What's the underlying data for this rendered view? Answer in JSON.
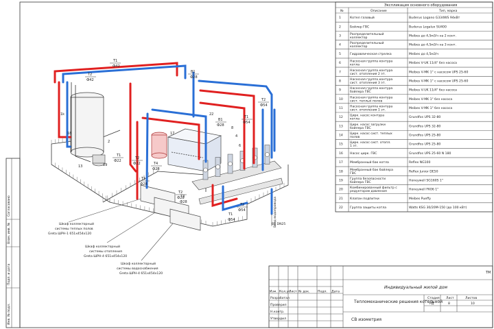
{
  "spec": {
    "title": "Экспликация основного оборудования",
    "headers": [
      "№",
      "Описание",
      "Тип, марка"
    ],
    "rows": [
      [
        "1",
        "Котел газовый",
        "Buderus Logano G334WS 94кВт"
      ],
      [
        "2",
        "Бойлер ГВС",
        "Buderus Logalux SU400"
      ],
      [
        "3",
        "Распределительный коллектор",
        "Meibes дo 4,5м3/ч на 2 конт."
      ],
      [
        "4",
        "Распределительный коллектор",
        "Meibes дo 4,5м3/ч на 3 конт."
      ],
      [
        "5",
        "Гидравлическая стрелка",
        "Meibes дo 4,5м3/ч"
      ],
      [
        "6",
        "Насосная группа контура котла",
        "Meibes V-UK 11/4\" без насоса"
      ],
      [
        "7",
        "Насосная группа контура сист. отопления 2 эт.",
        "Meibes V-MK 1\" с насосом UPS 25-60"
      ],
      [
        "8",
        "Насосная группа контура сист. отопления 3 эт.",
        "Meibes V-MK 1\" с насосом UPS 25-60"
      ],
      [
        "9",
        "Насосная группа контура бойлера ГВС",
        "Meibes V-UK 11/4\" без насоса"
      ],
      [
        "10",
        "Насосная группа контура сист. теплых полов",
        "Meibes V-MK 1\" без насоса"
      ],
      [
        "11",
        "Насосная группа контура сист. отопления 1 эт.",
        "Meibes V-MK 1\" без насоса"
      ],
      [
        "12",
        "Цирк. насос контура котла",
        "Grundfos UPS 32-80"
      ],
      [
        "13",
        "Цирк. насос загрузки бойлера ГВС",
        "Grundfos UPS 32-80"
      ],
      [
        "14",
        "Цирк. насос сист. теплых полов",
        "Grundfos UPS 25-80"
      ],
      [
        "15",
        "Цирк. насос сист. отопл. 1 эт.",
        "Grundfos UPS 25-80"
      ],
      [
        "16",
        "Насос цирк. ГВС",
        "Grundfos UPS 25-60 N 180"
      ],
      [
        "17",
        "Мембранный бак котла",
        "Reflex NG100"
      ],
      [
        "18",
        "Мембранный бак бойлера ГВС",
        "Reflex Junior DE50"
      ],
      [
        "19",
        "Группа безопасности бойлера ГВС",
        "Honeywell SG160S 1\""
      ],
      [
        "20",
        "Комбинированный фильтр с редуктором давления",
        "Honeywell FK06 1\""
      ],
      [
        "21",
        "Клапан подпитки",
        "Meibes Pueffy"
      ],
      [
        "22",
        "Группа защиты котла",
        "Watts KSG 30/20M-150 (до 100 кВт)"
      ]
    ]
  },
  "labels": {
    "t1_top": "T1",
    "t1_top_d": "Ф42",
    "t2_left": "T2",
    "t2_left_d": "Ф42",
    "b1": "B1",
    "b1_d": "Ф28",
    "t2_right": "T2",
    "t2_right_d": "Ф54",
    "t1_mid": "T1",
    "t1_mid_d": "Ф22",
    "t2_mid": "T2",
    "t2_mid_d": "Ф22",
    "t1_low": "T1",
    "t1_low_d": "Ф28",
    "t2_low": "T2",
    "t2_low_d": "Ф28",
    "b1_mid": "B1",
    "b1_mid_d": "Ф28",
    "t1_r2": "T1",
    "t1_r2_d": "Ф54",
    "t3": "T3",
    "t3_d": "Ф28",
    "t4": "T4",
    "t4_d": "Ф28",
    "t2_bot": "T2",
    "t2_bot_d": "Ф54",
    "t1_bot": "T1",
    "t1_bot_d": "Ф54",
    "tk": "1k",
    "nums": [
      "2",
      "13",
      "18",
      "19",
      "4",
      "8",
      "6",
      "22",
      "17"
    ]
  },
  "notes": {
    "input": "Ввод водопровода",
    "input_code": "B1 DN25",
    "cab1_l1": "Шкаф коллекторный",
    "cab1_l2": "системы теплых полов",
    "cab1_l3": "Greta ШРН-1 651х454х120",
    "cab2_l1": "Шкаф коллекторный",
    "cab2_l2": "системы отопления",
    "cab2_l3": "Greta ШРН-4 651х454х120",
    "cab3_l1": "Шкаф коллекторный",
    "cab3_l2": "системы водоснабжения",
    "cab3_l3": "Greta ШРН-4 651х454х120"
  },
  "side": [
    "Согласовано",
    "Взам. инв. №",
    "Подп. и дата",
    "Инв. № подл."
  ],
  "titleblock": {
    "sheet_mark": "ТМ",
    "project": "Индивидуальный жилой дом",
    "cols": [
      "Изм.",
      "Кол.уч",
      "Лист",
      "№ док.",
      "Подп.",
      "Дата"
    ],
    "roles": [
      "Разработал",
      "Проверил",
      "Н.контр.",
      "Утвердил"
    ],
    "section": "Тепломеханические решения котельной",
    "stage_h": "Стадия",
    "stage": "РД",
    "sheet_h": "Лист",
    "sheet": "8",
    "sheets_h": "Листов",
    "sheets": "10",
    "drawing": "СВ изометрия"
  }
}
